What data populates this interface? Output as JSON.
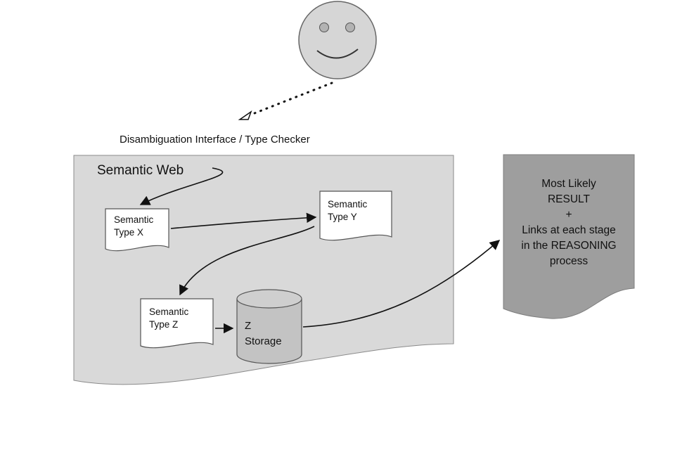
{
  "labels": {
    "interface": "Disambiguation Interface / Type Checker",
    "semantic_web": "Semantic Web"
  },
  "nodes": {
    "type_x": {
      "line1": "Semantic",
      "line2": "Type X"
    },
    "type_y": {
      "line1": "Semantic",
      "line2": "Type Y"
    },
    "type_z": {
      "line1": "Semantic",
      "line2": "Type Z"
    },
    "storage": {
      "line1": "Z",
      "line2": "Storage"
    },
    "result": {
      "lines": [
        "Most Likely",
        "RESULT",
        "+",
        "Links at each stage",
        "in the REASONING",
        "process"
      ]
    }
  },
  "icons": {
    "actor": "smiley-face-icon"
  },
  "colors": {
    "canvas": "#ffffff",
    "region_fill": "#d9d9d9",
    "document_fill": "#ffffff",
    "cylinder_fill": "#c3c3c3",
    "cylinder_top_fill": "#cfcfcf",
    "actor_fill": "#d6d6d6",
    "eye_fill": "#b3b3b3",
    "result_fill": "#9e9e9e",
    "line_color": "#111111"
  }
}
